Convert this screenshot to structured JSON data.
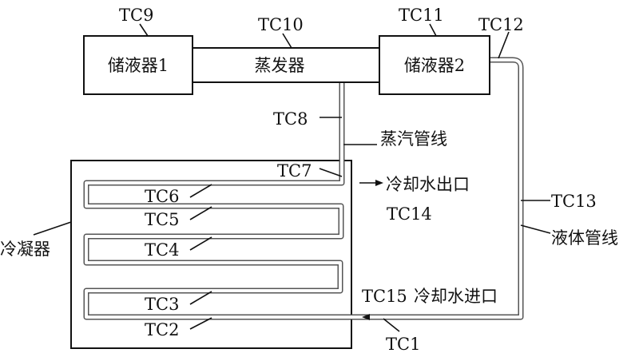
{
  "components": {
    "reservoir1": "储液器1",
    "evaporator": "蒸发器",
    "reservoir2": "储液器2",
    "condenser": "冷凝器",
    "vapor_line": "蒸汽管线",
    "liquid_line": "液体管线",
    "coolant_outlet": "冷却水出口",
    "coolant_inlet": "冷却水进口"
  },
  "thermocouples": {
    "tc1": "TC1",
    "tc2": "TC2",
    "tc3": "TC3",
    "tc4": "TC4",
    "tc5": "TC5",
    "tc6": "TC6",
    "tc7": "TC7",
    "tc8": "TC8",
    "tc9": "TC9",
    "tc10": "TC10",
    "tc11": "TC11",
    "tc12": "TC12",
    "tc13": "TC13",
    "tc14": "TC14",
    "tc15": "TC15"
  }
}
